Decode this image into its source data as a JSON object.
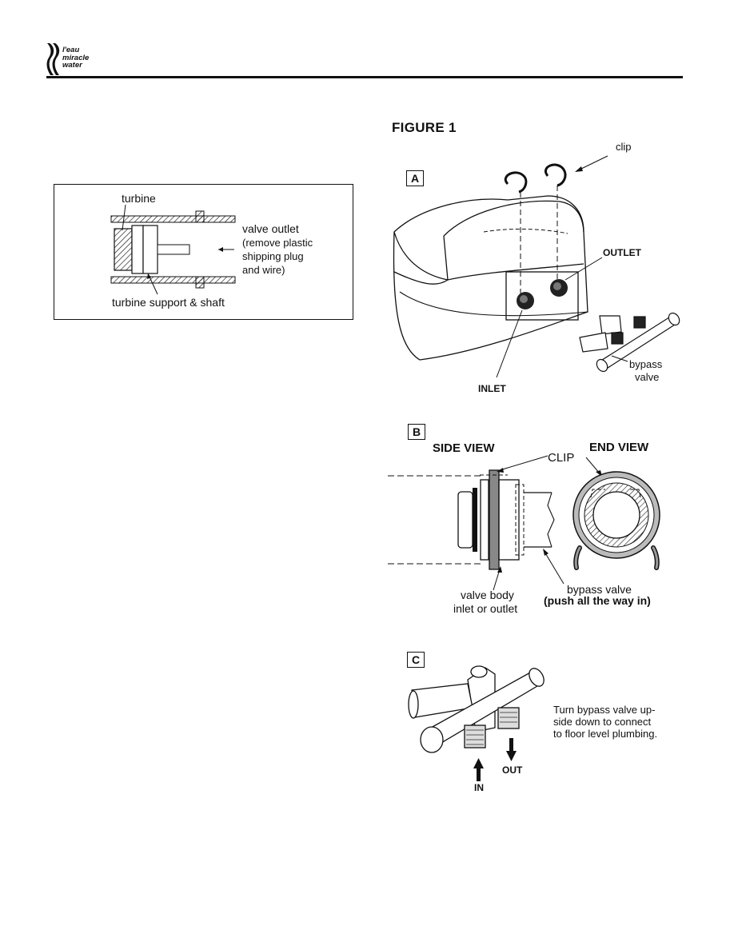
{
  "header": {
    "logo_lines": [
      "l'eau",
      "miracle",
      "water"
    ]
  },
  "turbine_diagram": {
    "labels": {
      "turbine": "turbine",
      "valve_outlet": "valve outlet",
      "remove_note_1": "(remove plastic",
      "remove_note_2": "shipping plug",
      "remove_note_3": "and wire)",
      "support": "turbine support & shaft"
    }
  },
  "figure": {
    "title": "FIGURE 1",
    "panel_a": {
      "letter": "A",
      "clip": "clip",
      "outlet": "OUTLET",
      "inlet": "INLET",
      "bypass_1": "bypass",
      "bypass_2": "valve"
    },
    "panel_b": {
      "letter": "B",
      "side_view": "SIDE VIEW",
      "end_view": "END VIEW",
      "clip": "CLIP",
      "valve_body_1": "valve body",
      "valve_body_2": "inlet or outlet",
      "bypass_1": "bypass valve",
      "bypass_2": "(push all the way in)"
    },
    "panel_c": {
      "letter": "C",
      "note_1": "Turn bypass valve up-",
      "note_2": "side down to connect",
      "note_3": "to floor level plumbing.",
      "in": "IN",
      "out": "OUT"
    }
  }
}
